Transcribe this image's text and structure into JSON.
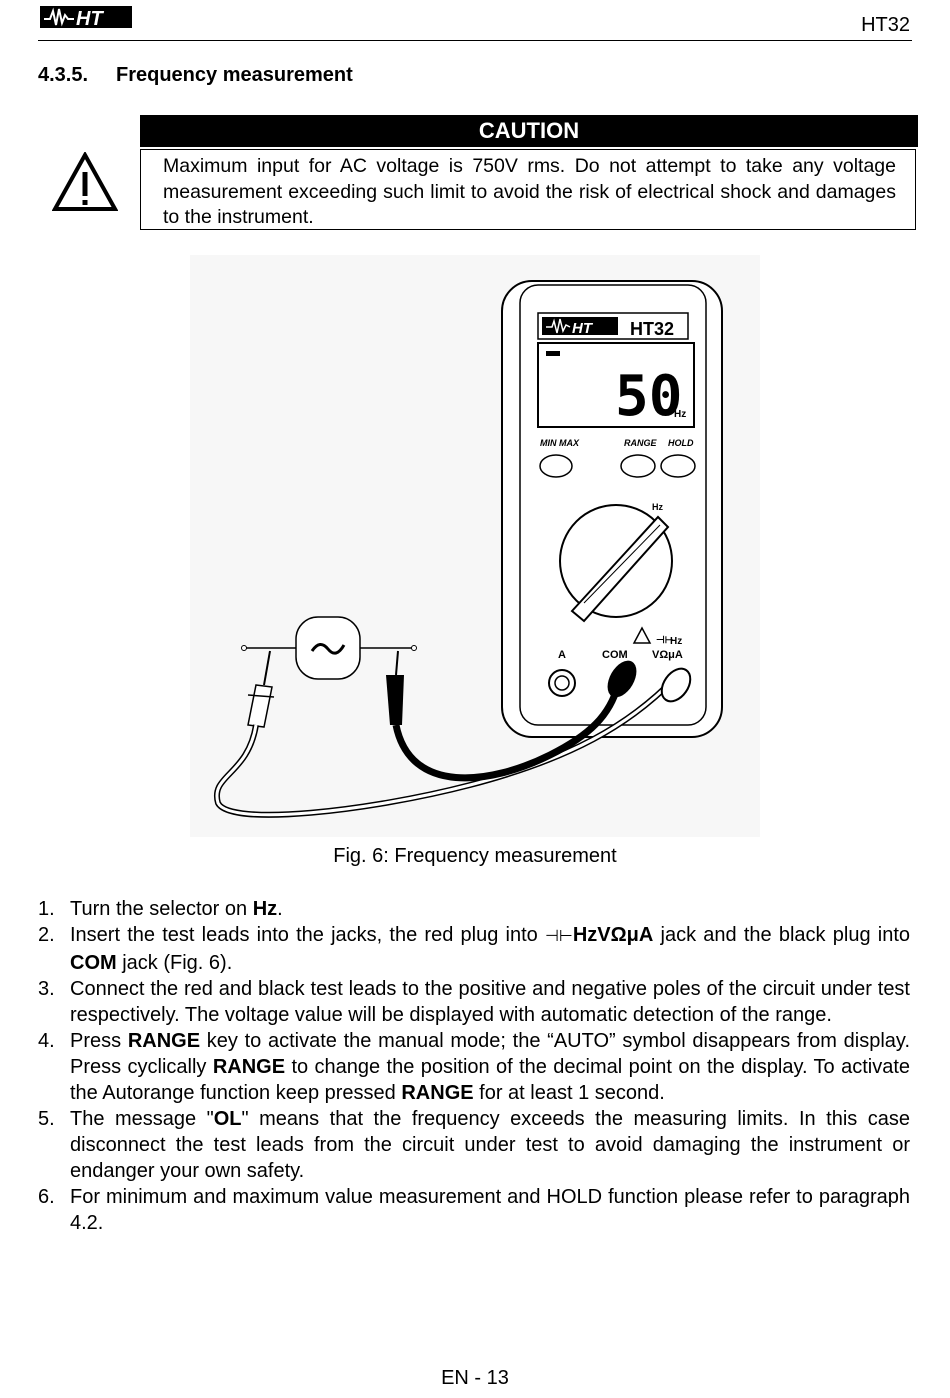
{
  "header": {
    "logo_text": "HT",
    "doc_code": "HT32"
  },
  "section": {
    "number": "4.3.5.",
    "title": "Frequency measurement"
  },
  "caution": {
    "title": "CAUTION",
    "icon": "warning-triangle-icon",
    "text": "Maximum input for AC voltage is 750V rms. Do not attempt to take any voltage measurement exceeding such limit to avoid the risk of electrical shock and damages to the instrument."
  },
  "figure": {
    "logo_text": "HT",
    "model": "HT32",
    "display_value": "50",
    "display_unit": "Hz",
    "buttons": [
      "MIN MAX",
      "RANGE",
      "HOLD"
    ],
    "selector_label": "Hz",
    "jacks": [
      "A",
      "COM",
      "VΩμA"
    ],
    "jack_symbol_label": "Hz",
    "caption": "Fig. 6: Frequency measurement"
  },
  "steps": [
    {
      "n": "1.",
      "t1": "Turn the selector on ",
      "b1": "Hz",
      "t2": "."
    },
    {
      "n": "2.",
      "t1": "Insert the test leads into the jacks, the red plug into ",
      "sym": "⊣⊢",
      "b1": "HzVΩμA",
      "t2": " jack and the black plug into ",
      "b2": "COM",
      "t3": " jack (Fig. 6)."
    },
    {
      "n": "3.",
      "t1": "Connect the red and black test leads to the positive and negative poles of the circuit under test respectively. The voltage value will be displayed with automatic detection of the range."
    },
    {
      "n": "4.",
      "t1": "Press ",
      "b1": "RANGE",
      "t2": " key to activate the manual mode; the “AUTO” symbol disappears from display. Press cyclically ",
      "b2": "RANGE",
      "t3": " to change the position of the decimal point on the display. To activate the Autorange function keep pressed ",
      "b3": "RANGE",
      "t4": " for at least 1 second."
    },
    {
      "n": "5.",
      "t1": "The message \"",
      "b1": "OL",
      "t2": "\" means that the frequency exceeds the measuring limits. In this case disconnect the test leads from the circuit under test to avoid damaging the instrument or endanger your own safety."
    },
    {
      "n": "6.",
      "t1": "For minimum and maximum value measurement and HOLD function please refer to paragraph 4.2."
    }
  ],
  "footer": {
    "page": "EN - 13"
  }
}
